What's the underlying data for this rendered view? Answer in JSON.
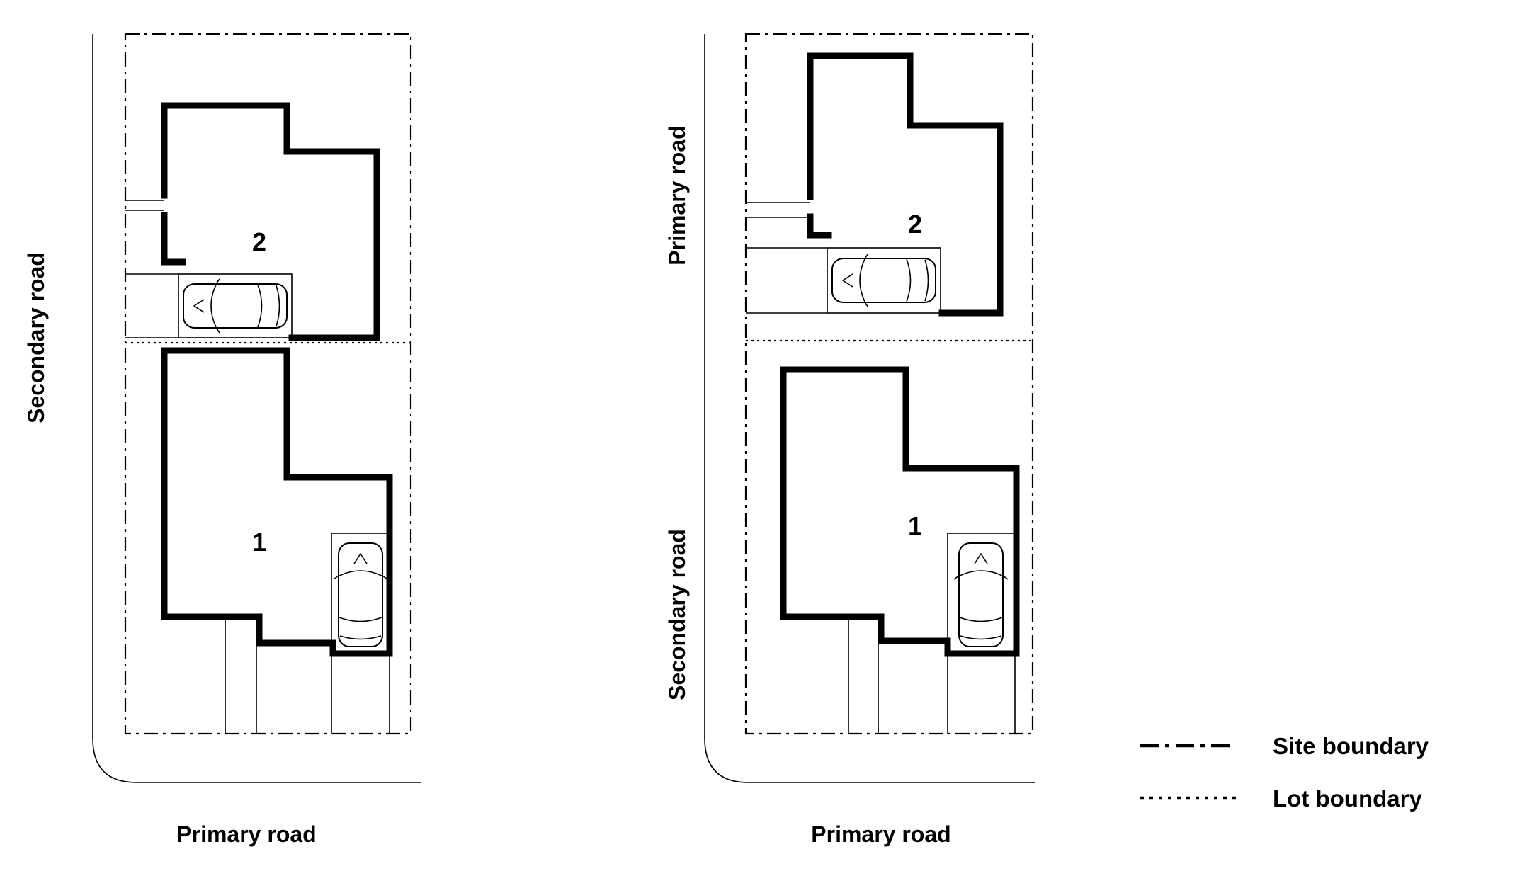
{
  "colors": {
    "line": "#000000",
    "background": "#ffffff"
  },
  "diagrams": {
    "left": {
      "side_road_label": "Secondary road",
      "bottom_road_label": "Primary road",
      "lot_upper_number": "2",
      "lot_lower_number": "1"
    },
    "right": {
      "side_top_road_label": "Primary road",
      "side_bottom_road_label": "Secondary road",
      "bottom_road_label": "Primary road",
      "lot_upper_number": "2",
      "lot_lower_number": "1"
    }
  },
  "legend": {
    "site_boundary_label": "Site boundary",
    "lot_boundary_label": "Lot boundary"
  }
}
